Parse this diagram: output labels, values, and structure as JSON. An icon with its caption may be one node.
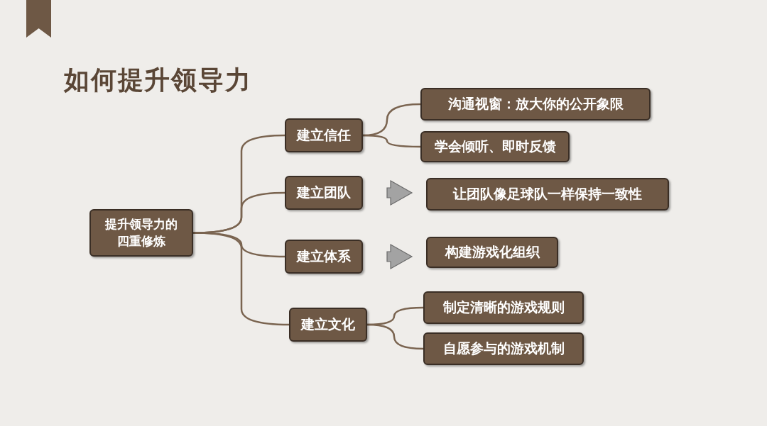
{
  "diagram": {
    "title": "如何提升领导力",
    "nodes": [
      {
        "text": [
          "提升领导力的四重修炼"
        ]
      },
      {
        "text": [
          "建立信任"
        ]
      },
      {
        "text": [
          "建立团队"
        ]
      },
      {
        "text": [
          "建立体系"
        ]
      },
      {
        "text": [
          "建立文化"
        ]
      },
      {
        "text": [
          "沟通视窗：放大你的公开象限"
        ]
      },
      {
        "text": [
          "学会倾听、即时反馈"
        ]
      },
      {
        "text": [
          "让团队像足球队一样保持一致性"
        ]
      },
      {
        "text": [
          "构建游戏化组织"
        ]
      },
      {
        "text": [
          "制定清晰的游戏规则"
        ]
      },
      {
        "text": [
          "自愿参与的游戏机制"
        ]
      }
    ],
    "edges": [
      {
        "from": 0,
        "to": 1,
        "arrow": "none"
      },
      {
        "from": 0,
        "to": 2,
        "arrow": "none"
      },
      {
        "from": 0,
        "to": 3,
        "arrow": "none"
      },
      {
        "from": 0,
        "to": 4,
        "arrow": "none"
      },
      {
        "from": 1,
        "to": 5,
        "arrow": "none"
      },
      {
        "from": 1,
        "to": 6,
        "arrow": "none"
      },
      {
        "from": 2,
        "to": 7,
        "arrow": "to",
        "style": "thick"
      },
      {
        "from": 3,
        "to": 8,
        "arrow": "to",
        "style": "thick"
      },
      {
        "from": 4,
        "to": 9,
        "arrow": "none"
      },
      {
        "from": 4,
        "to": 10,
        "arrow": "none"
      }
    ]
  }
}
